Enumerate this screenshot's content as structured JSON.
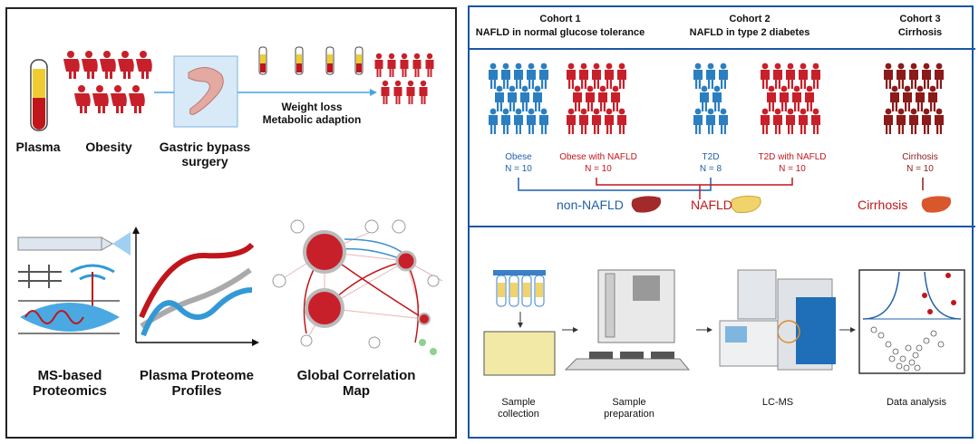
{
  "left": {
    "top_labels": {
      "plasma": "Plasma",
      "obesity": "Obesity",
      "surgery_line1": "Gastric bypass",
      "surgery_line2": "surgery",
      "outcome_line1": "Weight loss",
      "outcome_line2": "Metabolic adaption"
    },
    "bottom_labels": {
      "ms_line1": "MS-based",
      "ms_line2": "Proteomics",
      "profiles_line1": "Plasma Proteome",
      "profiles_line2": "Profiles",
      "map_line1": "Global Correlation",
      "map_line2": "Map"
    }
  },
  "right": {
    "cohorts": [
      {
        "title": "Cohort 1",
        "subtitle": "NAFLD in normal glucose tolerance"
      },
      {
        "title": "Cohort 2",
        "subtitle": "NAFLD in type 2 diabetes"
      },
      {
        "title": "Cohort 3",
        "subtitle": "Cirrhosis"
      }
    ],
    "groups": [
      {
        "name": "Obese",
        "n": "N = 10"
      },
      {
        "name": "Obese with NAFLD",
        "n": "N = 10"
      },
      {
        "name": "T2D",
        "n": "N = 8"
      },
      {
        "name": "T2D with NAFLD",
        "n": "N = 10"
      },
      {
        "name": "Cirrhosis",
        "n": "N = 10"
      }
    ],
    "categories": {
      "non_nafld": "non-NAFLD",
      "nafld": "NAFLD",
      "cirrhosis": "Cirrhosis"
    },
    "workflow": {
      "step1_line1": "Sample",
      "step1_line2": "collection",
      "step2_line1": "Sample",
      "step2_line2": "preparation",
      "step3": "LC-MS",
      "step4": "Data analysis"
    },
    "colors": {
      "blue": "#1f5fa8",
      "red": "#c0161b",
      "darkred": "#8b1a1a",
      "figure_blue": "#2b7fc1",
      "figure_red": "#c8202a",
      "liver": "#a32a2a",
      "liver_yellow": "#f0d36a"
    }
  }
}
